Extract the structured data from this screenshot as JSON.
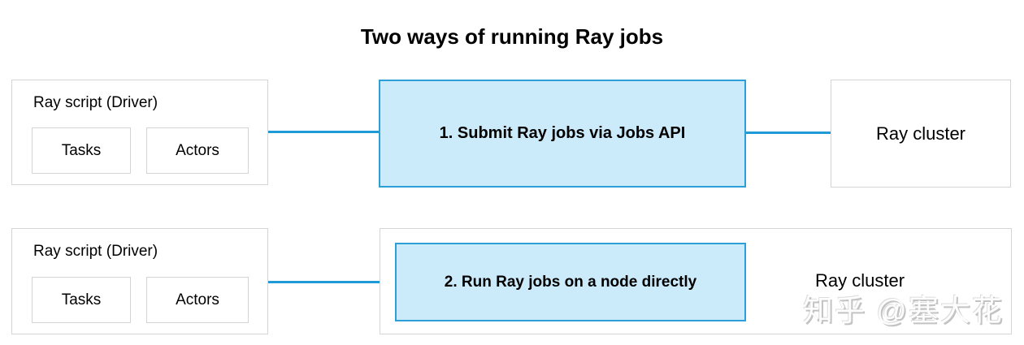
{
  "title": "Two ways of running Ray jobs",
  "colors": {
    "accent_blue": "#1e9ad6",
    "method_fill": "#cbeafa",
    "method_border": "#2b9fd6",
    "gray_border": "#d4d4d4",
    "watermark_gray": "#c3c3c3"
  },
  "rows": [
    {
      "driver": {
        "label": "Ray script (Driver)",
        "tasks": "Tasks",
        "actors": "Actors"
      },
      "method": "1. Submit Ray jobs via Jobs API",
      "cluster": "Ray cluster"
    },
    {
      "driver": {
        "label": "Ray script (Driver)",
        "tasks": "Tasks",
        "actors": "Actors"
      },
      "method": "2. Run Ray jobs on a node directly",
      "cluster": "Ray cluster"
    }
  ],
  "watermark": "知乎 @塞大花"
}
